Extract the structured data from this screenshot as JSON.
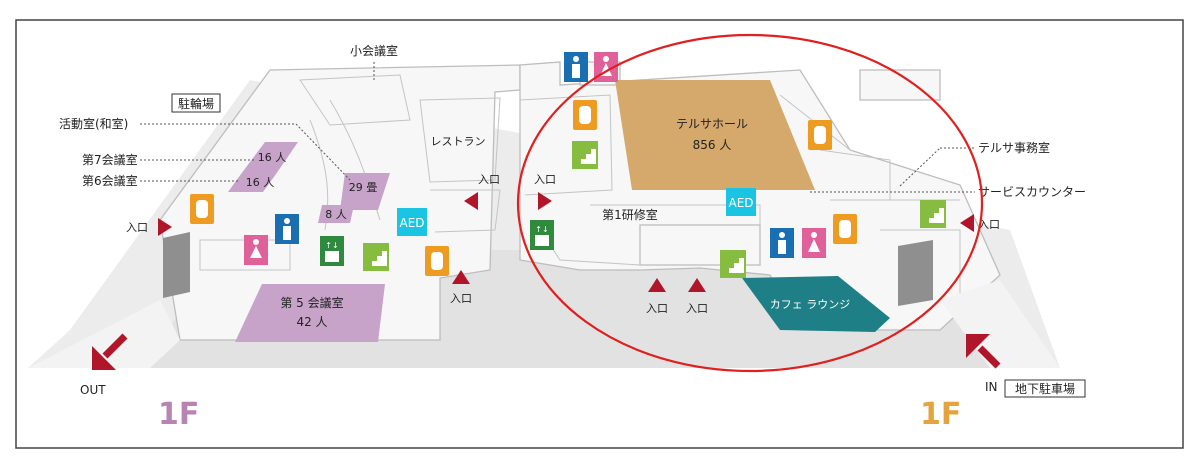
{
  "floor_left": "1F",
  "floor_right": "1F",
  "labels": {
    "small_meeting": "小会議室",
    "activity_room": "活動室(和室)",
    "meeting7": "第7会議室",
    "meeting6": "第6会議室",
    "bicycle_parking": "駐輪場",
    "restaurant": "レストラン",
    "terrsa_office": "テルサ事務室",
    "service_counter": "サービスカウンター",
    "training_room1": "第1研修室",
    "cafe_lounge": "カフェ ラウンジ",
    "out": "OUT",
    "in": "IN",
    "underground_parking": "地下駐車場",
    "aed_left": "AED",
    "aed_right": "AED"
  },
  "rooms": {
    "r16a": "16 人",
    "r16b": "16 人",
    "r29": "29 畳",
    "r8": "8 人",
    "meeting5_name": "第 5 会議室",
    "meeting5_cap": "42 人",
    "hall_name": "テルサホール",
    "hall_cap": "856 人"
  },
  "entrances": {
    "e1": "入口",
    "e2": "入口",
    "e3": "入口",
    "e4": "入口",
    "e5": "入口",
    "e6": "入口",
    "e7": "入口"
  },
  "colors": {
    "purple_room": "#c7a3c9",
    "hall": "#d5a86b",
    "cafe": "#1f7f86",
    "arrow": "#b0152a",
    "toilet_male": "#1a6fb3",
    "toilet_female": "#e0609a",
    "stairs": "#86bc3f",
    "elevator": "#2f8a3e",
    "locker": "#ee9b22",
    "aed": "#1cc4e4",
    "highlight_ellipse": "#e01f1f",
    "floor_left": "#b784b4",
    "floor_right": "#e3a33e"
  }
}
